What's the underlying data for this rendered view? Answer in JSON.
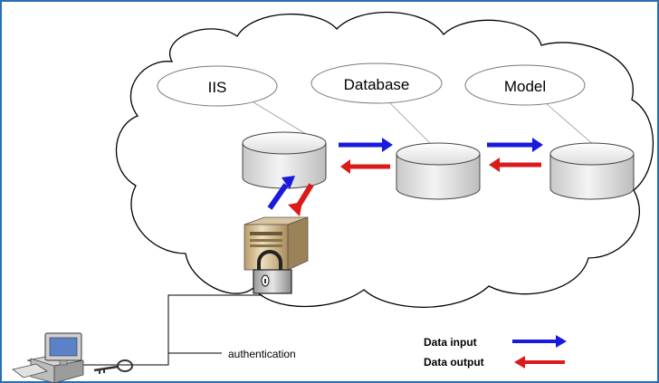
{
  "diagram": {
    "nodes": {
      "iis": {
        "label": "IIS"
      },
      "database": {
        "label": "Database"
      },
      "model": {
        "label": "Model"
      }
    },
    "connector_label": "authentication",
    "legend": {
      "input_label": "Data input",
      "output_label": "Data output",
      "input_color": "#1a1adc",
      "output_color": "#dc1a1a"
    },
    "colors": {
      "frame": "#2a6fb4",
      "cloud_stroke": "#000000",
      "cylinder_fill": "#e8e8e8"
    }
  }
}
